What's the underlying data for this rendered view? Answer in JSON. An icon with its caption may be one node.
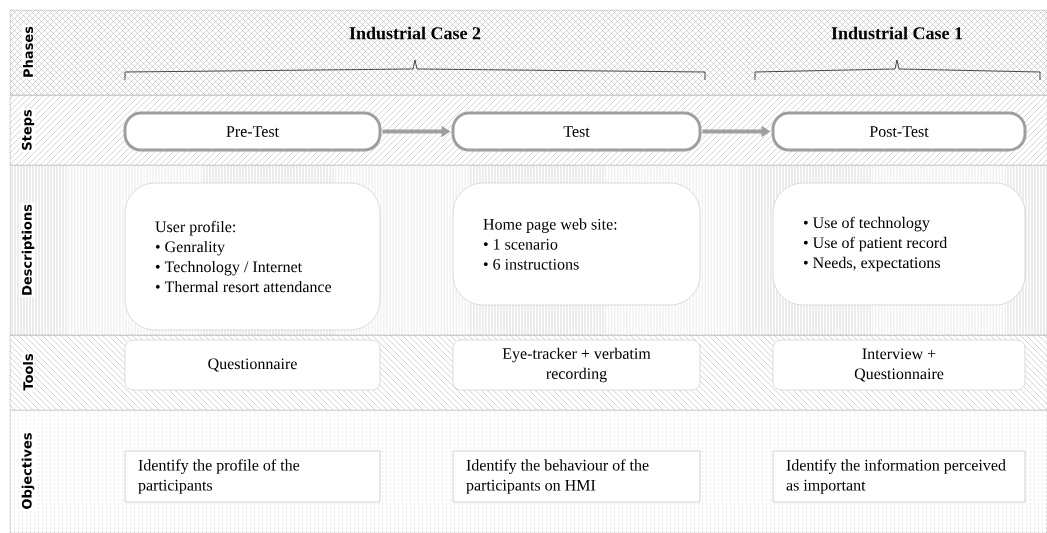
{
  "diagram": {
    "nodes": [
      {
        "text": [
          "Phases"
        ]
      },
      {
        "text": [
          "Steps"
        ]
      },
      {
        "text": [
          "Descriptions"
        ]
      },
      {
        "text": [
          "Tools"
        ]
      },
      {
        "text": [
          "Objectives"
        ]
      },
      {
        "text": [
          "Pre-Test"
        ],
        "in": 1
      },
      {
        "text": [
          "Test"
        ],
        "in": 1
      },
      {
        "text": [
          "Post-Test"
        ],
        "in": 1
      },
      {
        "text": [
          "User profile:",
          "• Genrality",
          "• Technology / Internet",
          "• Thermal resort attendance"
        ],
        "in": 2
      },
      {
        "text": [
          "Home page web site:",
          "• 1 scenario",
          "• 6 instructions"
        ],
        "in": 2
      },
      {
        "text": [
          "• Use of technology",
          "• Use of patient record",
          "• Needs, expectations"
        ],
        "in": 2
      },
      {
        "text": [
          "Questionnaire"
        ],
        "in": 3
      },
      {
        "text": [
          "Eye-tracker + verbatim recording"
        ],
        "in": 3
      },
      {
        "text": [
          "Interview + Questionnaire"
        ],
        "in": 3
      },
      {
        "text": [
          "Identify the profile of the participants"
        ],
        "in": 4
      },
      {
        "text": [
          "Identify the behaviour of the participants on HMI"
        ],
        "in": 4
      },
      {
        "text": [
          "Identify the information perceived as important"
        ],
        "in": 4
      }
    ],
    "edges": [
      {
        "from": 5,
        "to": 6,
        "arrow": "to"
      },
      {
        "from": 6,
        "to": 7,
        "arrow": "to"
      }
    ],
    "labels": [
      "Industrial Case 2",
      "Industrial Case 1"
    ]
  }
}
